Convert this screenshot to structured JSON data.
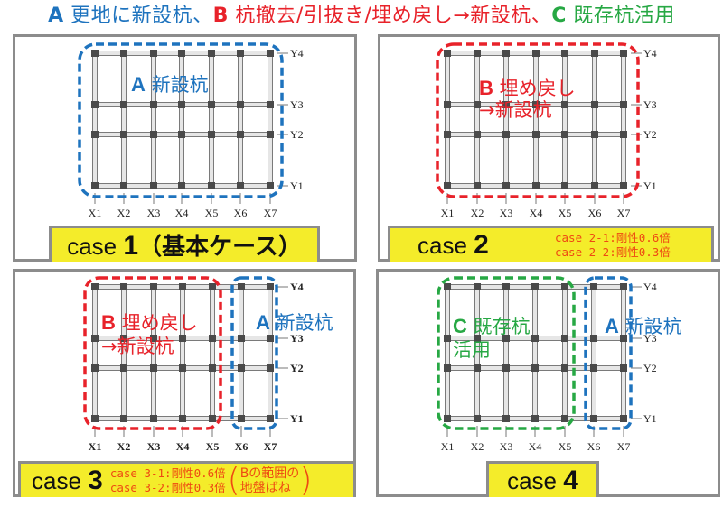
{
  "header": {
    "part_a_letter": "A",
    "part_a_text": " 更地に新設杭、",
    "part_b_letter": "B",
    "part_b_text": " 杭撤去/引抜き/埋め戻し→新設杭、",
    "part_c_letter": "C",
    "part_c_text": " 既存杭活用"
  },
  "colors": {
    "A": "#1e73be",
    "B": "#e8222a",
    "C": "#27a844",
    "caption_bg": "#f4ec2a",
    "caption_sub": "#ee4a12",
    "frame": "#8c8c8c"
  },
  "grid": {
    "x_labels": [
      "X1",
      "X2",
      "X3",
      "X4",
      "X5",
      "X6",
      "X7"
    ],
    "y_labels": [
      "Y4",
      "Y3",
      "Y2",
      "Y1"
    ]
  },
  "cases": [
    {
      "id": "case1",
      "caption_prefix": "case ",
      "caption_number": "1",
      "caption_suffix": "（基本ケース）",
      "regions": [
        {
          "letter": "A",
          "text": "新設杭",
          "columns": "X1-X7",
          "color_key": "A"
        }
      ]
    },
    {
      "id": "case2",
      "caption_prefix": "case ",
      "caption_number": "2",
      "sub_lines": [
        "case 2-1:剛性0.6倍",
        "case 2-2:剛性0.3倍"
      ],
      "regions": [
        {
          "letter": "B",
          "text_line1": "埋め戻し",
          "text_line2": "→新設杭",
          "columns": "X1-X7",
          "color_key": "B"
        }
      ]
    },
    {
      "id": "case3",
      "caption_prefix": "case ",
      "caption_number": "3",
      "sub_lines": [
        "case 3-1:剛性0.6倍",
        "case 3-2:剛性0.3倍"
      ],
      "paren_note_lines": [
        "Bの範囲の",
        "地盤ばね"
      ],
      "regions": [
        {
          "letter": "B",
          "text_line1": "埋め戻し",
          "text_line2": "→新設杭",
          "columns": "X1-X5",
          "color_key": "B"
        },
        {
          "letter": "A",
          "text": "新設杭",
          "columns": "X6-X7",
          "color_key": "A"
        }
      ]
    },
    {
      "id": "case4",
      "caption_prefix": "case ",
      "caption_number": "4",
      "regions": [
        {
          "letter": "C",
          "text_line1": "既存杭",
          "text_line2": "活用",
          "columns": "X1-X5",
          "color_key": "C"
        },
        {
          "letter": "A",
          "text": "新設杭",
          "columns": "X6-X7",
          "color_key": "A"
        }
      ]
    }
  ]
}
